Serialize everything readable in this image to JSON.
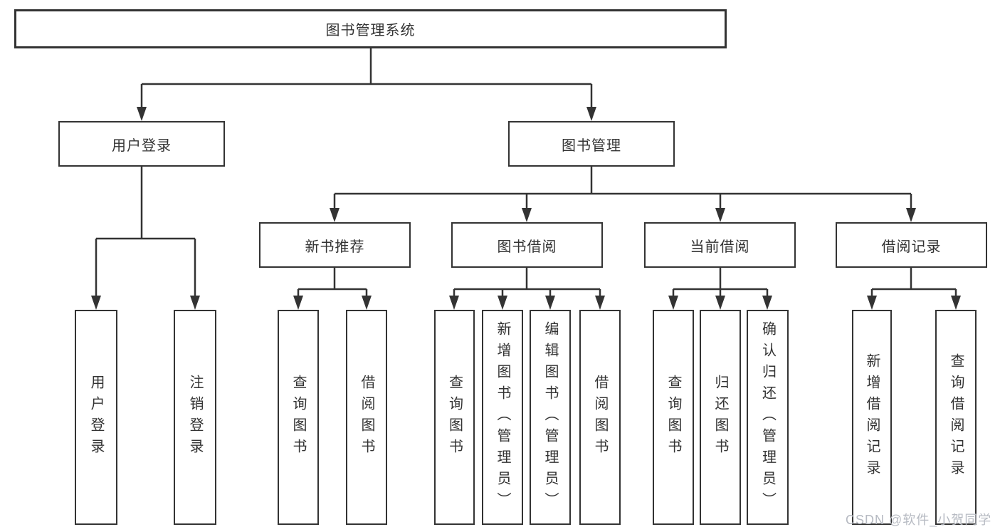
{
  "diagram": {
    "title_node": "图书管理系统",
    "level2": {
      "user_login": "用户登录",
      "book_mgmt": "图书管理"
    },
    "level3": {
      "new_books": "新书推荐",
      "book_borrow": "图书借阅",
      "current_borrow": "当前借阅",
      "borrow_records": "借阅记录"
    },
    "leaves": {
      "login": [
        "用户登录",
        "注销登录"
      ],
      "new_books": [
        "查询图书",
        "借阅图书"
      ],
      "book_borrow": [
        "查询图书",
        "新增图书（管理员）",
        "编辑图书（管理员）",
        "借阅图书"
      ],
      "current_borrow": [
        "查询图书",
        "归还图书",
        "确认归还（管理员）"
      ],
      "borrow_records": [
        "新增借阅记录",
        "查询借阅记录"
      ]
    },
    "watermark": "CSDN @软件_小贺同学",
    "colors": {
      "line": "#333333",
      "box_border": "#333333",
      "text": "#333333",
      "background": "#ffffff",
      "watermark": "#b6bac2"
    }
  }
}
